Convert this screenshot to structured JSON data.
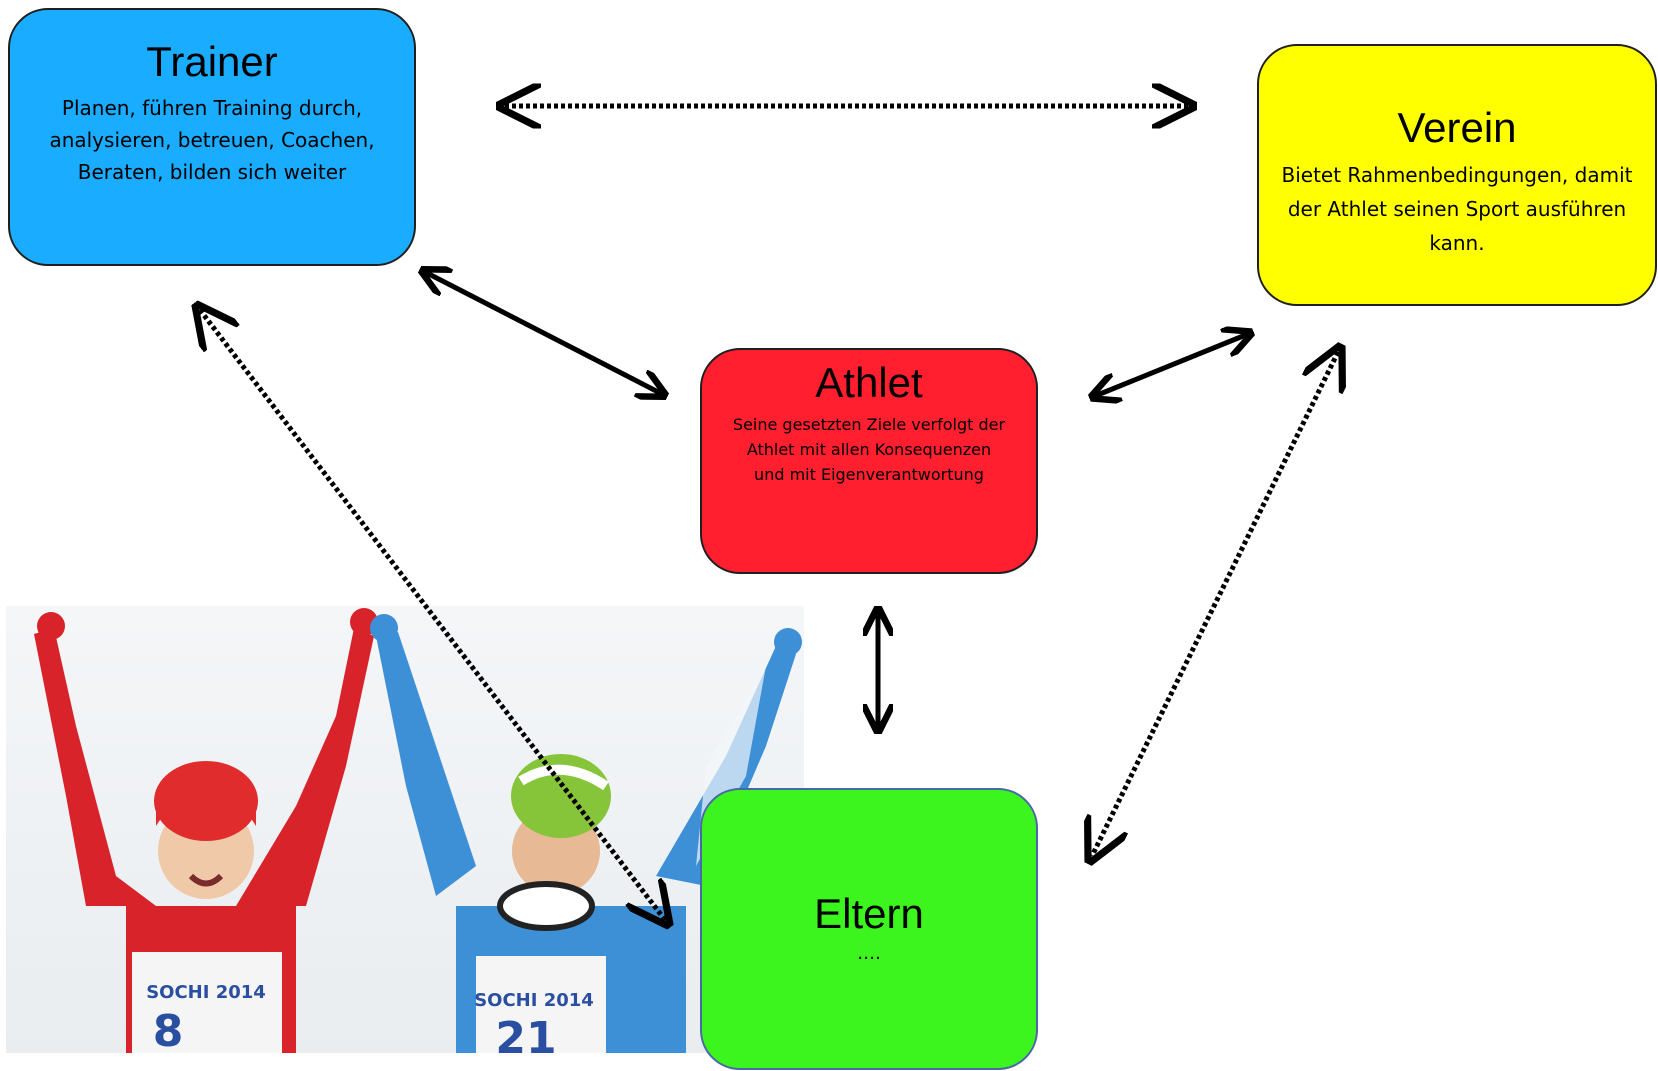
{
  "nodes": {
    "trainer": {
      "title": "Trainer",
      "description": "Planen, führen Training durch, analysieren, betreuen, Coachen, Beraten, bilden sich weiter",
      "color": "#1aacff"
    },
    "verein": {
      "title": "Verein",
      "description": "Bietet Rahmenbedingungen, damit der Athlet seinen Sport ausführen kann.",
      "color": "#ffff00"
    },
    "athlet": {
      "title": "Athlet",
      "description": "Seine gesetzten Ziele verfolgt der Athlet mit allen Konsequenzen und mit Eigenverantwortung",
      "color": "#ff1f2e"
    },
    "eltern": {
      "title": "Eltern",
      "description": "….",
      "color": "#3cf51f"
    }
  },
  "edges": [
    {
      "from": "trainer",
      "to": "verein",
      "style": "dotted"
    },
    {
      "from": "trainer",
      "to": "athlet",
      "style": "solid"
    },
    {
      "from": "verein",
      "to": "athlet",
      "style": "solid"
    },
    {
      "from": "athlet",
      "to": "eltern",
      "style": "solid"
    },
    {
      "from": "trainer",
      "to": "eltern",
      "style": "dotted"
    },
    {
      "from": "verein",
      "to": "eltern",
      "style": "dotted"
    }
  ],
  "photo": {
    "bibs": [
      "SOCHI 2014",
      "8",
      "SOCHI 2014",
      "21"
    ],
    "jacket_colors": [
      "#d8232a",
      "#3d8fd6"
    ],
    "helmet_colors": [
      "#e02c2c",
      "#86c43a"
    ]
  }
}
